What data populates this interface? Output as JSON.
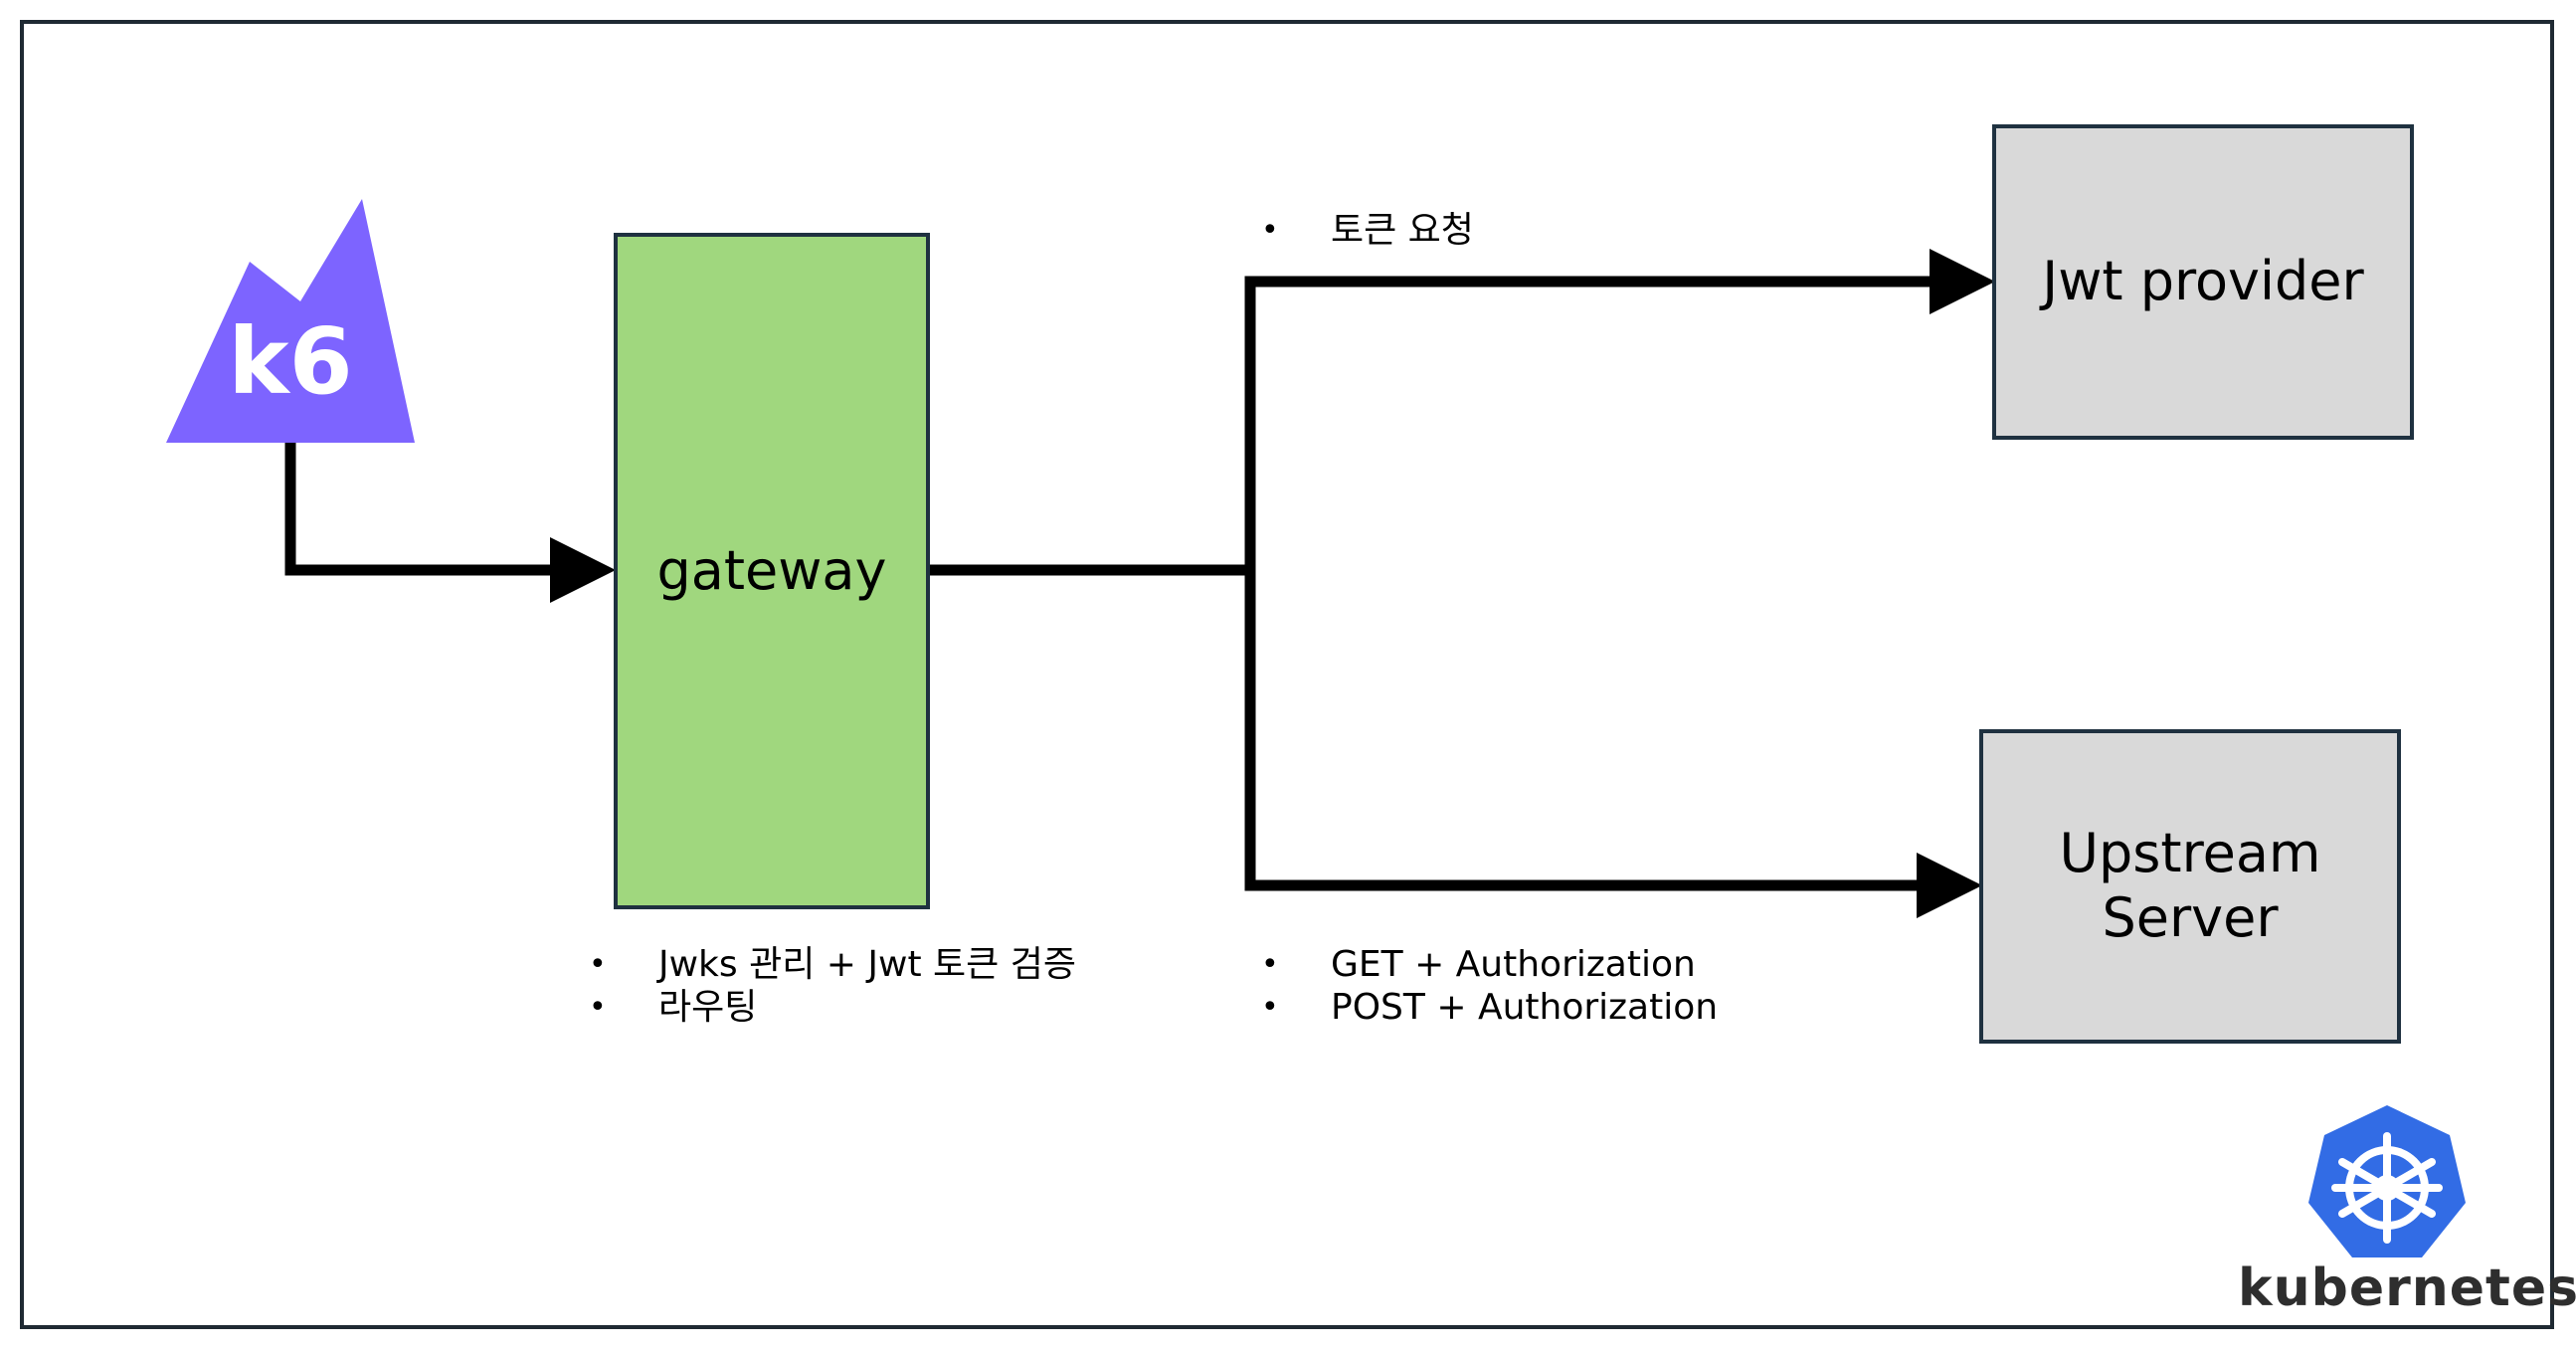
{
  "nodes": {
    "gateway": "gateway",
    "jwt_provider": "Jwt provider",
    "upstream": "Upstream\nServer"
  },
  "notes": {
    "gateway": [
      "Jwks 관리 + Jwt 토큰 검증",
      "라우팅"
    ],
    "token": [
      "토큰 요청"
    ],
    "requests": [
      "GET + Authorization",
      "POST + Authorization"
    ]
  },
  "logos": {
    "k6": "k6",
    "kubernetes": "kubernetes"
  },
  "colors": {
    "gateway_fill": "#a0d77e",
    "service_fill": "#d9d9d9",
    "k6_purple": "#7d64ff",
    "kubernetes_blue": "#326ce5"
  },
  "bullet": "•"
}
